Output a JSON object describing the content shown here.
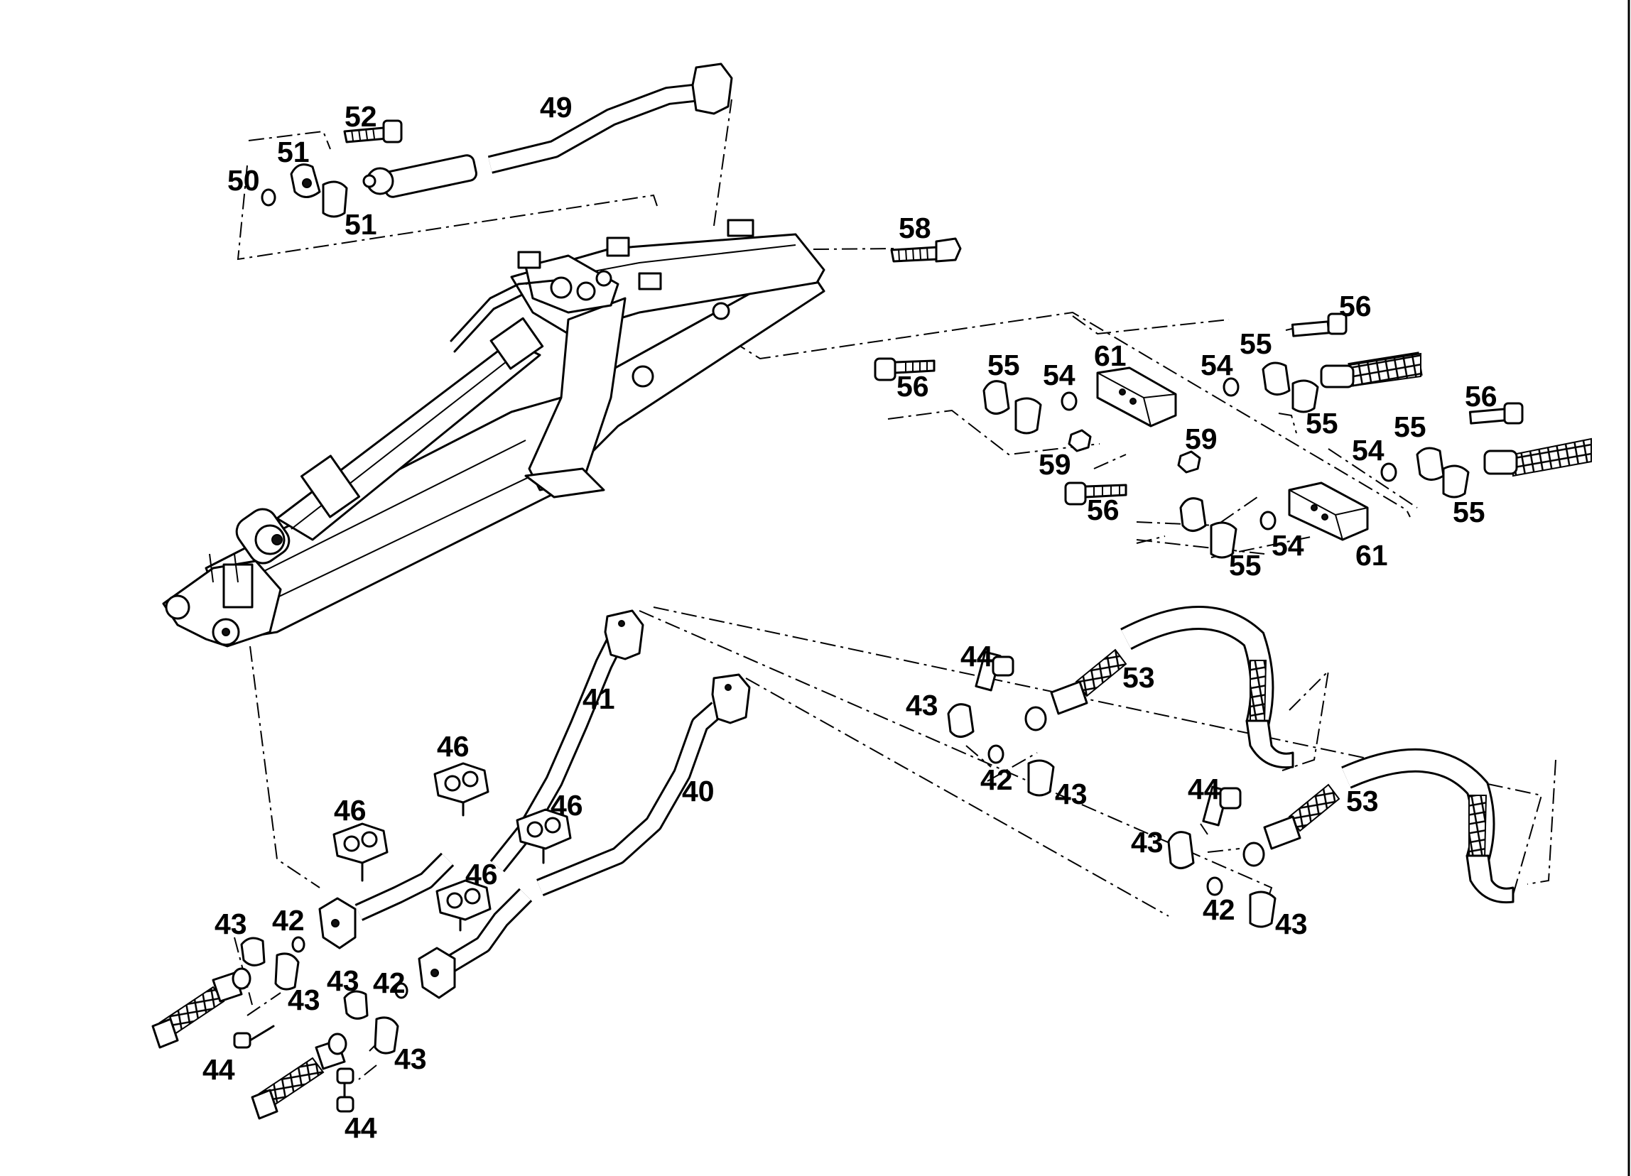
{
  "diagram": {
    "part_numbers": {
      "p40": "40",
      "p41": "41",
      "p42a": "42",
      "p42b": "42",
      "p42c": "42",
      "p42d": "42",
      "p43a": "43",
      "p43b": "43",
      "p43c": "43",
      "p43d": "43",
      "p43e": "43",
      "p43f": "43",
      "p43g": "43",
      "p43h": "43",
      "p44a": "44",
      "p44b": "44",
      "p44c": "44",
      "p44d": "44",
      "p46a": "46",
      "p46b": "46",
      "p46c": "46",
      "p46d": "46",
      "p49": "49",
      "p50": "50",
      "p51a": "51",
      "p51b": "51",
      "p52": "52",
      "p53a": "53",
      "p53b": "53",
      "p54a": "54",
      "p54b": "54",
      "p54c": "54",
      "p54d": "54",
      "p55a": "55",
      "p55b": "55",
      "p55c": "55",
      "p55d": "55",
      "p55e": "55",
      "p55f": "55",
      "p56a": "56",
      "p56b": "56",
      "p56c": "56",
      "p56d": "56",
      "p58": "58",
      "p59a": "59",
      "p59b": "59",
      "p61a": "61",
      "p61b": "61"
    }
  }
}
